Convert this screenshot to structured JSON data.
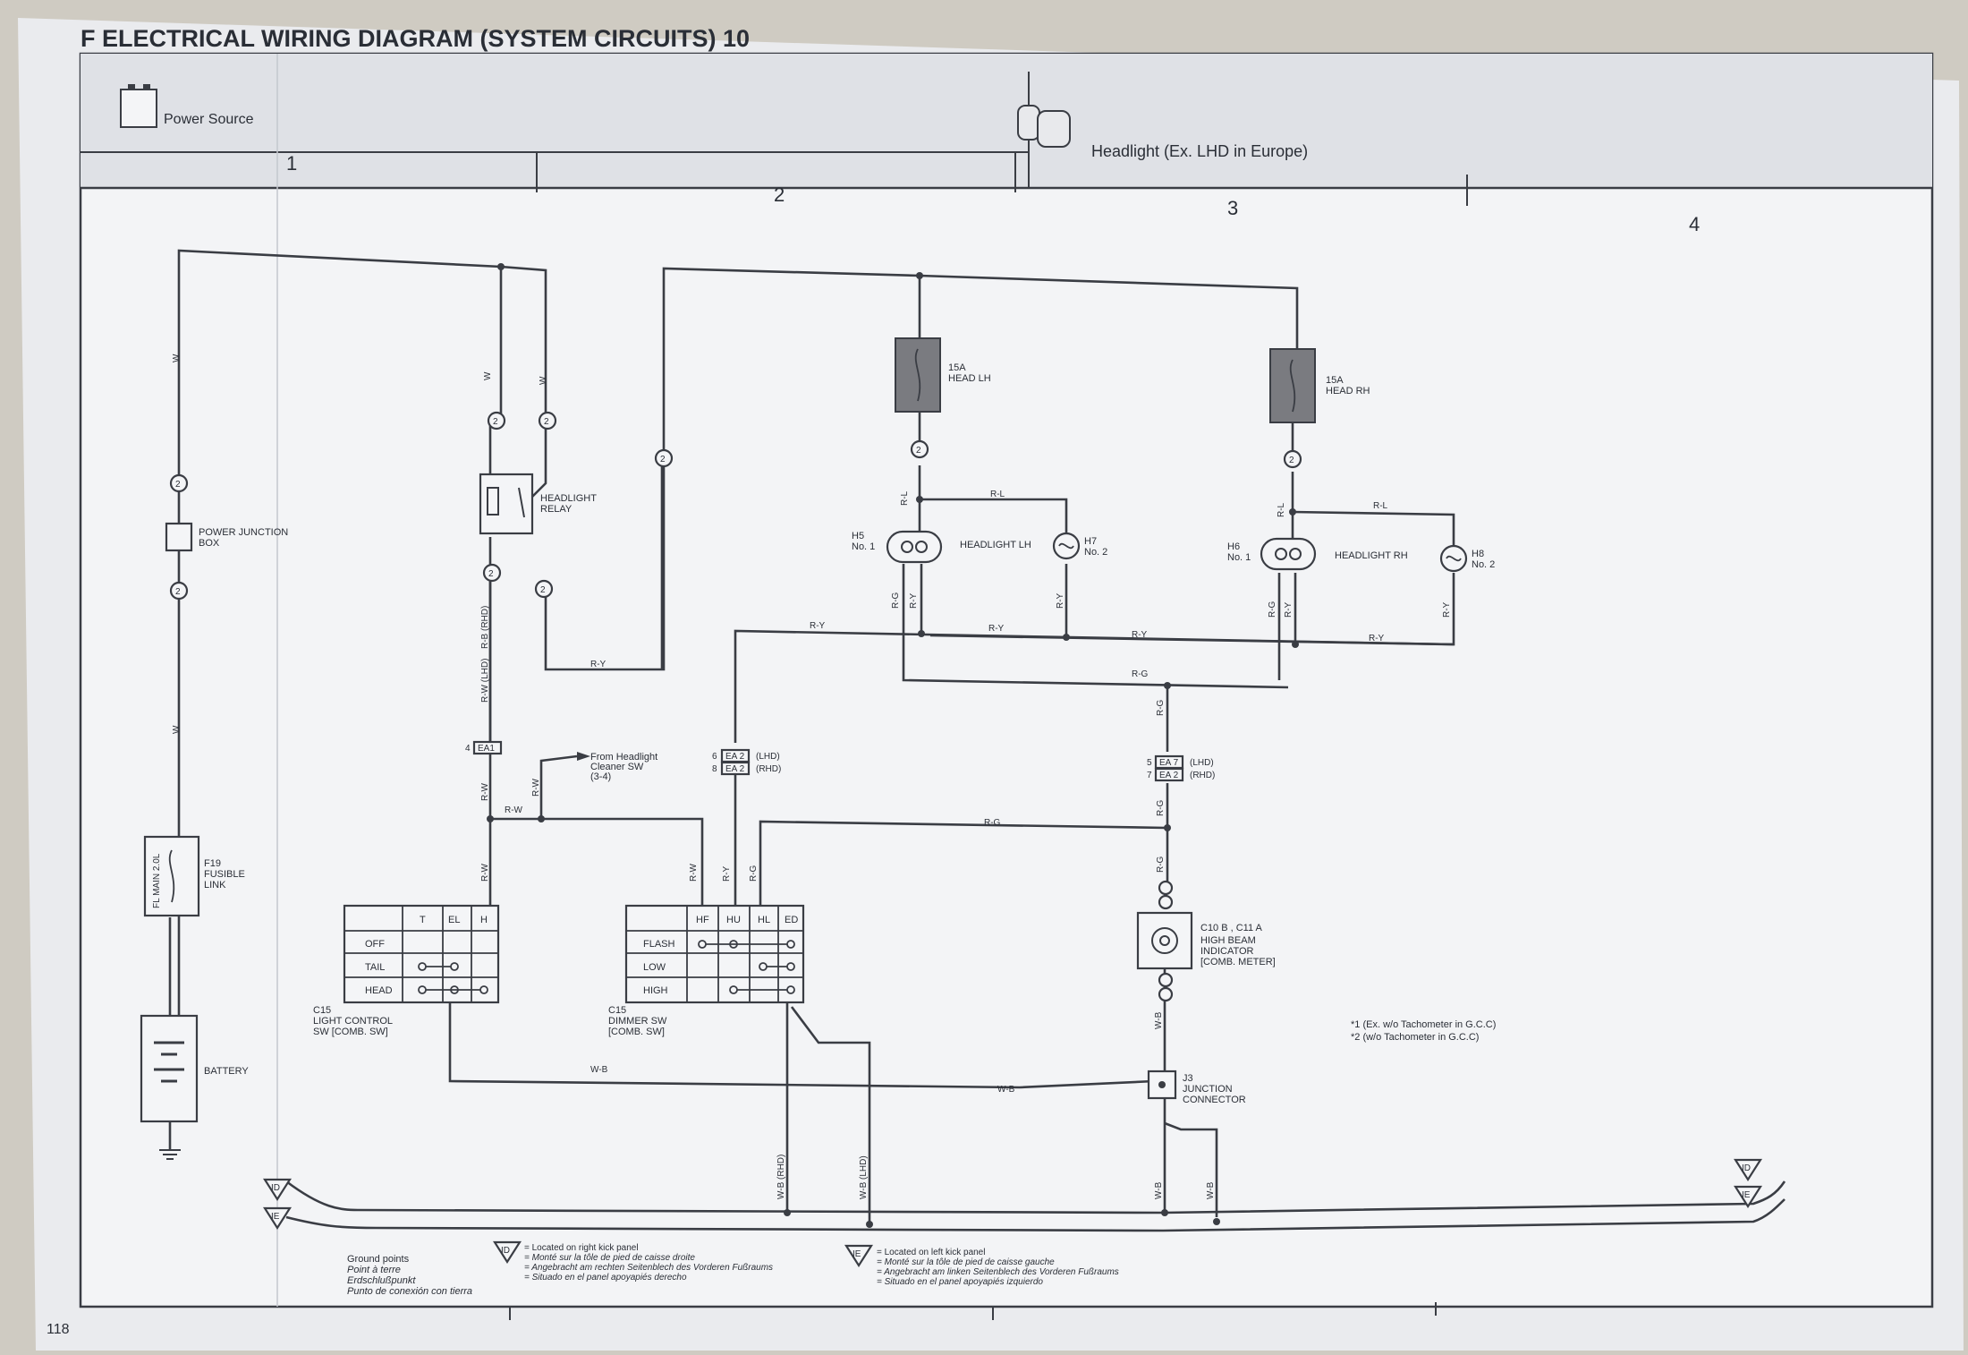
{
  "header": {
    "title": "F ELECTRICAL WIRING DIAGRAM (SYSTEM CIRCUITS) 10",
    "page_number": "118"
  },
  "sections": {
    "power_source": "Power Source",
    "headlight": "Headlight (Ex. LHD in Europe)",
    "columns": [
      "1",
      "2",
      "3",
      "4"
    ]
  },
  "components": {
    "fuse_lh": [
      "15A",
      "HEAD LH"
    ],
    "fuse_rh": [
      "15A",
      "HEAD RH"
    ],
    "power_junction": [
      "POWER JUNCTION",
      "BOX"
    ],
    "headlight_relay": [
      "HEADLIGHT",
      "RELAY"
    ],
    "h5": [
      "H5",
      "No. 1"
    ],
    "h7": [
      "H7",
      "No. 2"
    ],
    "h6": [
      "H6",
      "No. 1"
    ],
    "h8": [
      "H8",
      "No. 2"
    ],
    "headlight_lh": "HEADLIGHT LH",
    "headlight_rh": "HEADLIGHT RH",
    "fusible_link": [
      "F19",
      "FUSIBLE",
      "LINK"
    ],
    "fusible_link_inner": "FL MAIN 2.0L",
    "battery": "BATTERY",
    "from_cleaner": [
      "From Headlight",
      "Cleaner SW",
      "(3-4)"
    ],
    "light_sw": {
      "title": [
        "C15",
        "LIGHT CONTROL",
        "SW [COMB. SW]"
      ],
      "cols": [
        "T",
        "EL",
        "H"
      ],
      "rows": [
        "OFF",
        "TAIL",
        "HEAD"
      ]
    },
    "dimmer_sw": {
      "title": [
        "C15",
        "DIMMER SW",
        "[COMB. SW]"
      ],
      "cols": [
        "HF",
        "HU",
        "HL",
        "ED"
      ],
      "rows": [
        "FLASH",
        "LOW",
        "HIGH"
      ]
    },
    "hb_indicator": [
      "C10 B , C11 A",
      "HIGH BEAM",
      "INDICATOR",
      "[COMB. METER]"
    ],
    "junction_connector": [
      "J3",
      "JUNCTION",
      "CONNECTOR"
    ],
    "notes": [
      "*1 (Ex. w/o Tachometer in G.C.C)",
      "*2 (w/o Tachometer in G.C.C)"
    ]
  },
  "connectors": {
    "ea1": "EA1",
    "ea2_lhd": "EA 2",
    "ea2_rhd": "EA 2",
    "ea7": "EA 7",
    "ea2b": "EA 2",
    "lhd": "(LHD)",
    "rhd": "(RHD)"
  },
  "wires": {
    "W": "W",
    "RW": "R-W",
    "RY": "R-Y",
    "RL": "R-L",
    "RG": "R-G",
    "WB": "W-B",
    "RB": "R-B",
    "rw_lhd": "R-W (LHD)",
    "rb_rhd": "R-B (RHD)",
    "wb_rhd": "W-B (RHD)",
    "wb_lhd": "W-B (LHD)"
  },
  "ground": {
    "title": [
      "Ground points",
      "Point à terre",
      "Erdschlußpunkt",
      "Punto de conexión con tierra"
    ],
    "id_label": "ID",
    "ie_label": "IE",
    "id_text": [
      "= Located on right kick panel",
      "= Monté sur la tôle de pied de caisse droite",
      "= Angebracht am rechten Seitenblech des Vorderen Fußraums",
      "= Situado en el panel apoyapiés derecho"
    ],
    "ie_text": [
      "= Located on left kick panel",
      "= Monté sur la tôle de pied de caisse gauche",
      "= Angebracht am linken Seitenblech des Vorderen Fußraums",
      "= Situado en el panel apoyapiés izquierdo"
    ]
  }
}
